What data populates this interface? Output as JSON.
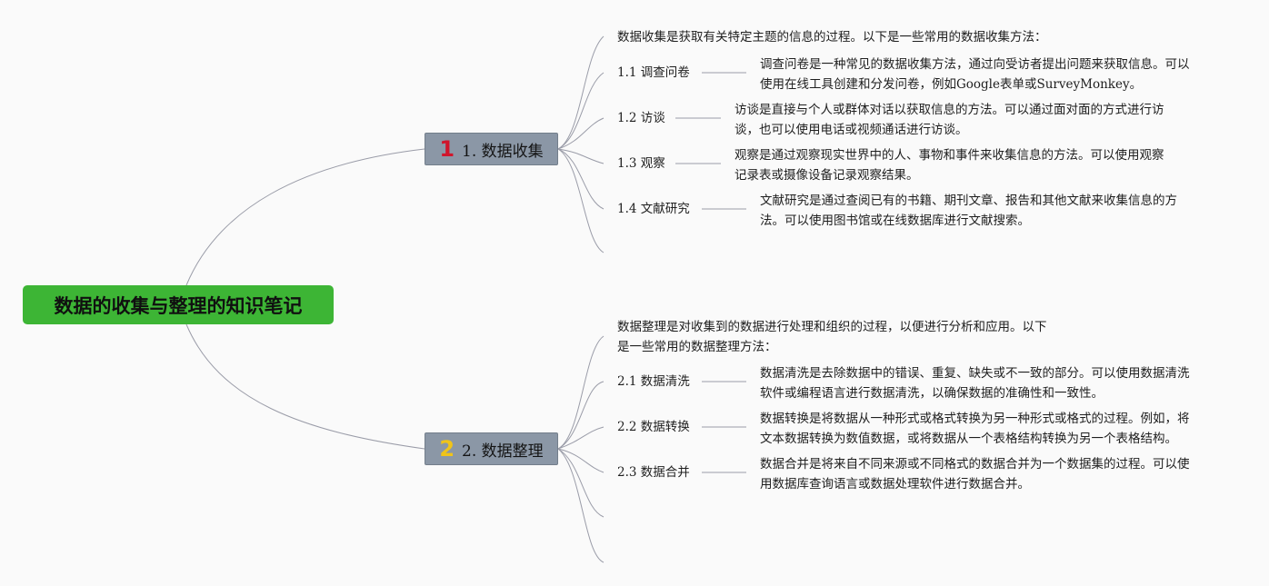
{
  "root": {
    "label": "数据的收集与整理的知识笔记"
  },
  "branches": [
    {
      "number": "1",
      "number_color": "#d0162c",
      "label": "1. 数据收集",
      "intro": [
        "数据收集是获取有关特定主题的信息的过程。以下是一些常用的数据收集方法："
      ],
      "items": [
        {
          "title": "1.1 调查问卷",
          "desc": [
            "调查问卷是一种常见的数据收集方法，通过向受访者提出问题来获取信息。可以",
            "使用在线工具创建和分发问卷，例如Google表单或SurveyMonkey。"
          ]
        },
        {
          "title": "1.2 访谈",
          "desc": [
            "访谈是直接与个人或群体对话以获取信息的方法。可以通过面对面的方式进行访",
            "谈，也可以使用电话或视频通话进行访谈。"
          ]
        },
        {
          "title": "1.3 观察",
          "desc": [
            "观察是通过观察现实世界中的人、事物和事件来收集信息的方法。可以使用观察",
            "记录表或摄像设备记录观察结果。"
          ]
        },
        {
          "title": "1.4 文献研究",
          "desc": [
            "文献研究是通过查阅已有的书籍、期刊文章、报告和其他文献来收集信息的方",
            "法。可以使用图书馆或在线数据库进行文献搜索。"
          ]
        }
      ]
    },
    {
      "number": "2",
      "number_color": "#f0c419",
      "label": "2. 数据整理",
      "intro": [
        "数据整理是对收集到的数据进行处理和组织的过程，以便进行分析和应用。以下",
        "是一些常用的数据整理方法："
      ],
      "items": [
        {
          "title": "2.1 数据清洗",
          "desc": [
            "数据清洗是去除数据中的错误、重复、缺失或不一致的部分。可以使用数据清洗",
            "软件或编程语言进行数据清洗，以确保数据的准确性和一致性。"
          ]
        },
        {
          "title": "2.2 数据转换",
          "desc": [
            "数据转换是将数据从一种形式或格式转换为另一种形式或格式的过程。例如，将",
            "文本数据转换为数值数据，或将数据从一个表格结构转换为另一个表格结构。"
          ]
        },
        {
          "title": "2.3 数据合并",
          "desc": [
            "数据合并是将来自不同来源或不同格式的数据合并为一个数据集的过程。可以使",
            "用数据库查询语言或数据处理软件进行数据合并。"
          ]
        }
      ]
    }
  ]
}
